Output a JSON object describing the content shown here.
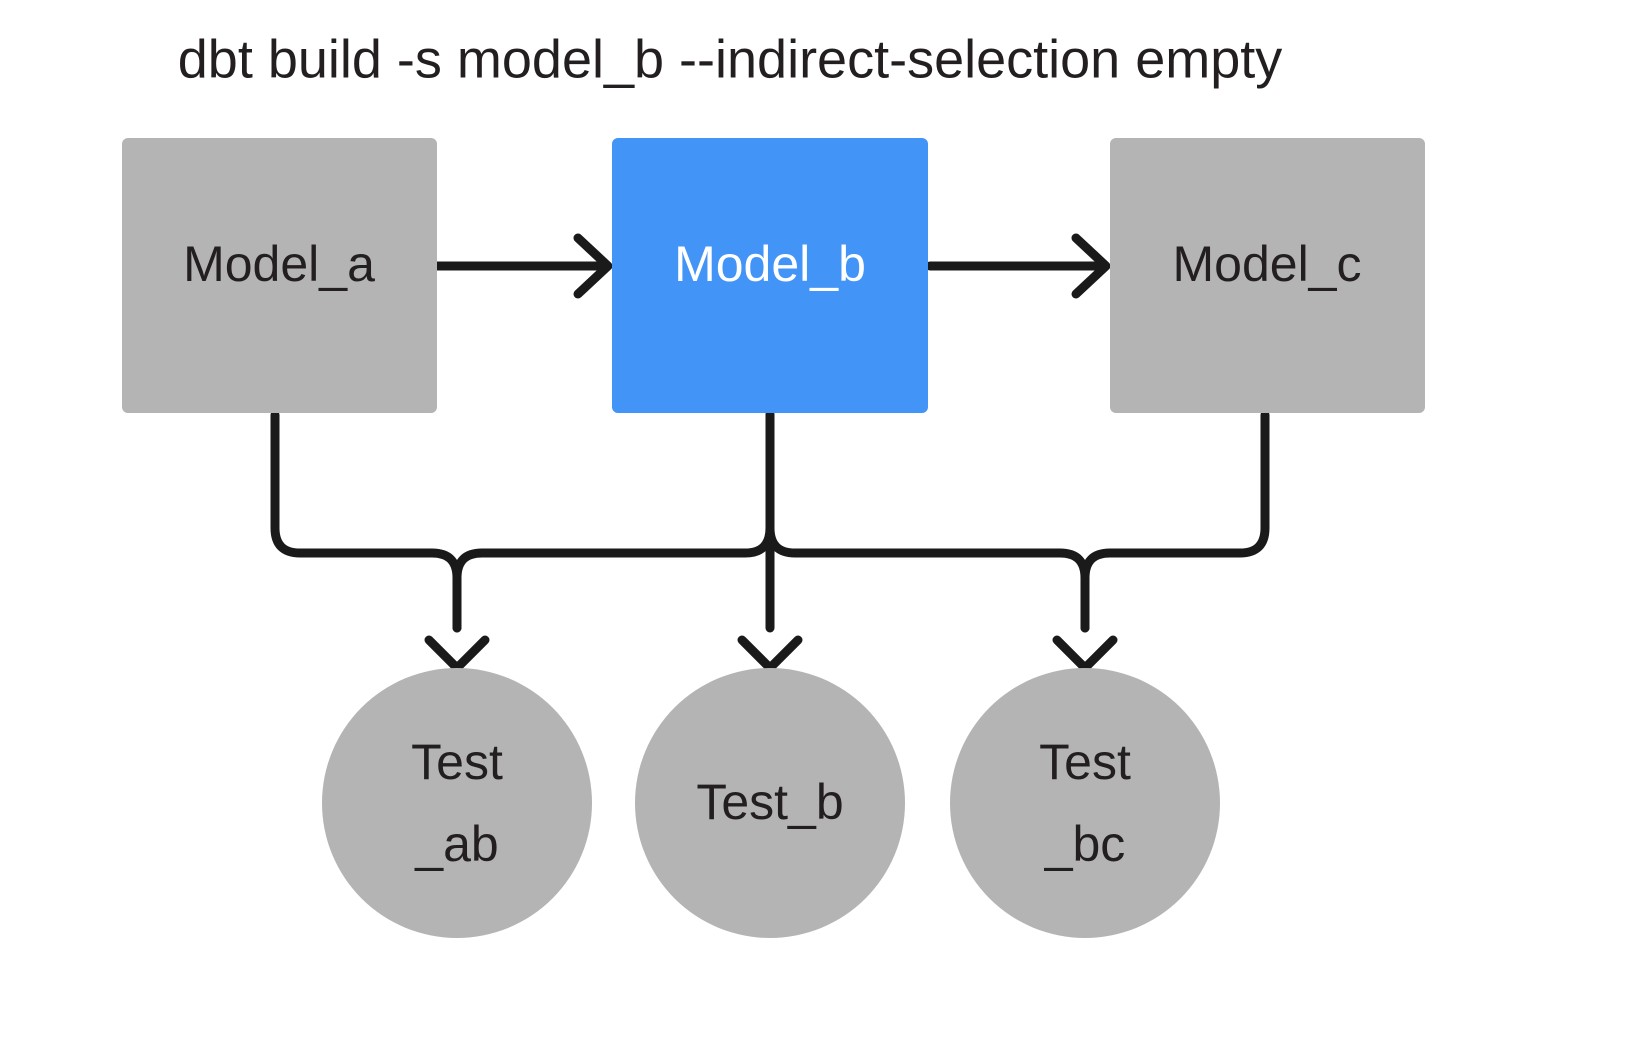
{
  "diagram": {
    "title": "dbt build -s model_b --indirect-selection empty",
    "background_color": "#ffffff",
    "edge_color": "#1a1a1a",
    "selected_color": "#4294f7",
    "unselected_color": "#b4b4b4",
    "text_dark": "#231f20",
    "text_light": "#ffffff",
    "models": [
      {
        "id": "model_a",
        "label": "Model_a",
        "shape": "rectangle",
        "state": "unselected",
        "fill": "#b4b4b4",
        "text_color": "#231f20"
      },
      {
        "id": "model_b",
        "label": "Model_b",
        "shape": "rectangle",
        "state": "selected",
        "fill": "#4294f7",
        "text_color": "#ffffff"
      },
      {
        "id": "model_c",
        "label": "Model_c",
        "shape": "rectangle",
        "state": "unselected",
        "fill": "#b4b4b4",
        "text_color": "#231f20"
      }
    ],
    "tests": [
      {
        "id": "test_ab",
        "label": "Test_ab",
        "line1": "Test",
        "line2": "_ab",
        "shape": "circle",
        "state": "unselected",
        "fill": "#b4b4b4",
        "text_color": "#231f20"
      },
      {
        "id": "test_b",
        "label": "Test_b",
        "line1": "Test_b",
        "line2": "",
        "shape": "circle",
        "state": "unselected",
        "fill": "#b4b4b4",
        "text_color": "#231f20"
      },
      {
        "id": "test_bc",
        "label": "Test_bc",
        "line1": "Test",
        "line2": "_bc",
        "shape": "circle",
        "state": "unselected",
        "fill": "#b4b4b4",
        "text_color": "#231f20"
      }
    ],
    "edges": [
      {
        "id": "edge-a-b",
        "from": "model_a",
        "to": "model_b",
        "style": "arrow"
      },
      {
        "id": "edge-b-c",
        "from": "model_b",
        "to": "model_c",
        "style": "arrow"
      },
      {
        "id": "edge-a-testab",
        "from": "model_a",
        "to": "test_ab",
        "style": "arrow"
      },
      {
        "id": "edge-b-testab",
        "from": "model_b",
        "to": "test_ab",
        "style": "arrow"
      },
      {
        "id": "edge-b-testb",
        "from": "model_b",
        "to": "test_b",
        "style": "arrow"
      },
      {
        "id": "edge-b-testbc",
        "from": "model_b",
        "to": "test_bc",
        "style": "arrow"
      },
      {
        "id": "edge-c-testbc",
        "from": "model_c",
        "to": "test_bc",
        "style": "arrow"
      }
    ]
  }
}
